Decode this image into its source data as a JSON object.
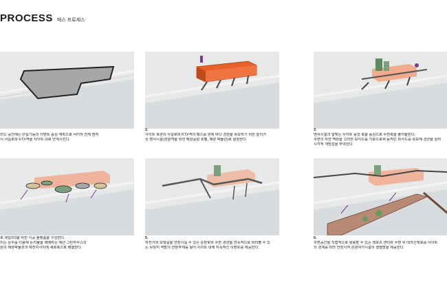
{
  "header": {
    "title": "PROCESS",
    "subtitle": "매스 프로세스"
  },
  "steps": [
    {
      "num": "",
      "lines": [
        "리드 공간에는 단일기능의 이벤트 중심 계획으로 서어져 전체 범처",
        "시 사일로와 KTX역을 사이트 내로 연계시킨다."
      ]
    },
    {
      "num": "2.",
      "lines": [
        "사이트 북편의 사일로와 KTX역의 매스를 편퀴 바다 경관을 확보하기 위한 높이가",
        "은 맨서시설(관광객을 위한 해양공원 호텔, 해양 박물관)로 설정한다."
      ]
    },
    {
      "num": "3.",
      "lines": [
        "맨서시설과 알맞는 사이트 중앙 축을 중심으로 수변축을 풀어올린다.",
        "수변의 자연 맥락을 고려한 보이드를 가로으로써 동적인 파사드를 확보해 경관을 원하",
        "시각적 개방감을 부여한다."
      ]
    },
    {
      "num": "",
      "lines": [
        "로 세일되3을 위한 시공 플랫폼을 구성한다.",
        "지는 상수를 이용해 논리물을 제배하는 해년 그린하우스의",
        "원의 해양박물관과 예전지사이에 새로축으로 배열한다."
      ]
    },
    {
      "num": "5.",
      "lines": [
        "자전거와 보행길을 연장시킬 수 있는 순환로와 수변 경관을 연속적으로 바라볼 수 있",
        "는 브릿지 역할의 연장부재를 넣어 사이트 내에 지속적인 이벤트를 제공한다."
      ]
    },
    {
      "num": "6.",
      "lines": [
        "수변공간을 직접적으로 활용할 수 있는 레포츠 센터와 수변 위 데크산책로를 사이트",
        "의 경계를 따라 연장시켜 관광여가시설의 행렬망을 제공한다."
      ]
    }
  ],
  "colors": {
    "mass_orange": "#e8602a",
    "ground": "#e7e8e8",
    "water": "#cfd3d6",
    "outline": "#222222",
    "deck": "#b98a73",
    "arrow_purple": "#7b3a8f"
  }
}
